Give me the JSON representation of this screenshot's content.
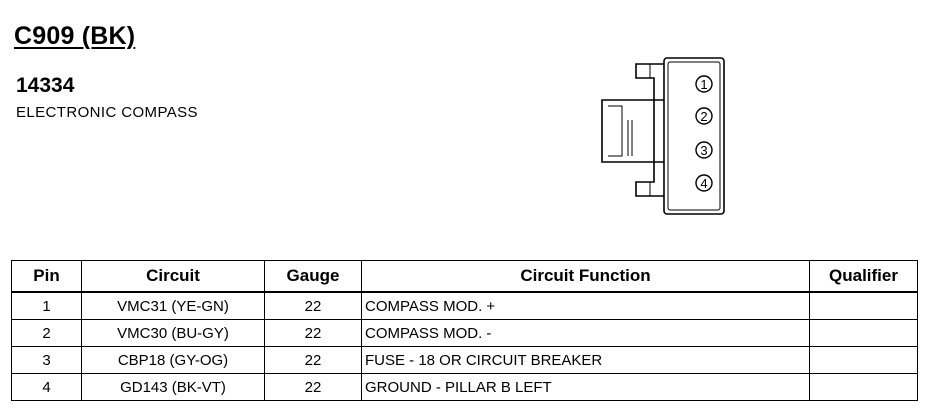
{
  "connector": {
    "title": "C909 (BK)",
    "part_number": "14334",
    "component_name": "ELECTRONIC COMPASS",
    "pin_labels": [
      "1",
      "2",
      "3",
      "4"
    ]
  },
  "table": {
    "headers": [
      "Pin",
      "Circuit",
      "Gauge",
      "Circuit Function",
      "Qualifier"
    ],
    "rows": [
      {
        "pin": "1",
        "circuit": "VMC31 (YE-GN)",
        "gauge": "22",
        "function": "COMPASS MOD. +",
        "qualifier": ""
      },
      {
        "pin": "2",
        "circuit": "VMC30 (BU-GY)",
        "gauge": "22",
        "function": "COMPASS MOD. -",
        "qualifier": ""
      },
      {
        "pin": "3",
        "circuit": "CBP18 (GY-OG)",
        "gauge": "22",
        "function": "FUSE - 18 OR CIRCUIT BREAKER",
        "qualifier": ""
      },
      {
        "pin": "4",
        "circuit": "GD143 (BK-VT)",
        "gauge": "22",
        "function": "GROUND - PILLAR B LEFT",
        "qualifier": ""
      }
    ]
  }
}
